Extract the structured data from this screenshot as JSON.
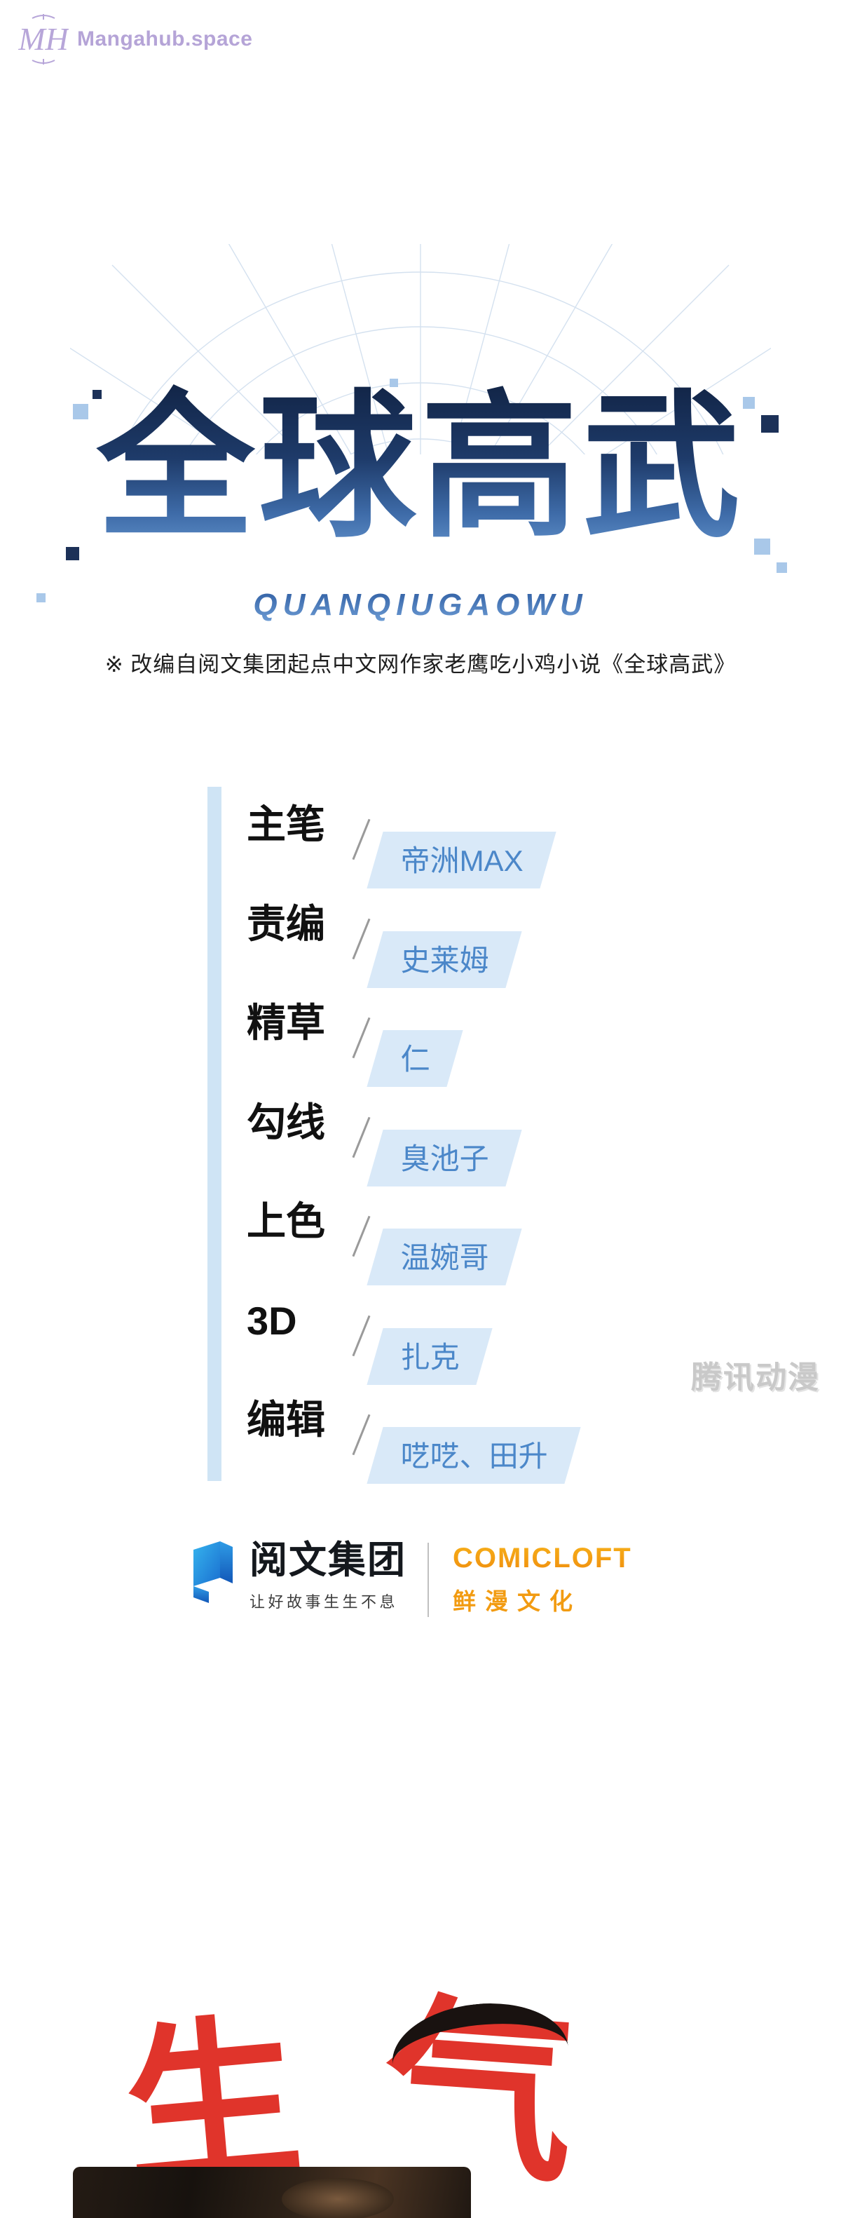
{
  "site": {
    "name": "Mangahub.space",
    "monogram": "MH"
  },
  "title": {
    "main": "全球高武",
    "romanized": "QUANQIUGAOWU",
    "note": "※ 改编自阅文集团起点中文网作家老鹰吃小鸡小说《全球高武》"
  },
  "credits": [
    {
      "role": "主笔",
      "name": "帝洲MAX"
    },
    {
      "role": "责编",
      "name": "史莱姆"
    },
    {
      "role": "精草",
      "name": "仁"
    },
    {
      "role": "勾线",
      "name": "臭池子"
    },
    {
      "role": "上色",
      "name": "温婉哥"
    },
    {
      "role": "3D",
      "name": "扎克"
    },
    {
      "role": "编辑",
      "name": "呓呓、田升"
    }
  ],
  "watermark": {
    "platform": "腾讯动漫"
  },
  "publishers": {
    "yuewen": {
      "name": "阅文集团",
      "tagline": "让好故事生生不息"
    },
    "comicloft": {
      "name": "COMICLOFT",
      "chinese": "鲜漫文化"
    }
  },
  "sfx": {
    "left": "生",
    "right": "气"
  },
  "colors": {
    "brand_purple": "#b5a4d7",
    "title_gradient_top": "#122547",
    "title_gradient_bottom": "#5e8ec8",
    "credit_bar": "#cfe4f5",
    "credit_box_bg": "#d9e9f8",
    "credit_name_text": "#4b87c9",
    "platform_watermark_gray": "#c9c9c9",
    "comicloft_orange": "#f29b11",
    "sfx_red": "#e0342b"
  }
}
